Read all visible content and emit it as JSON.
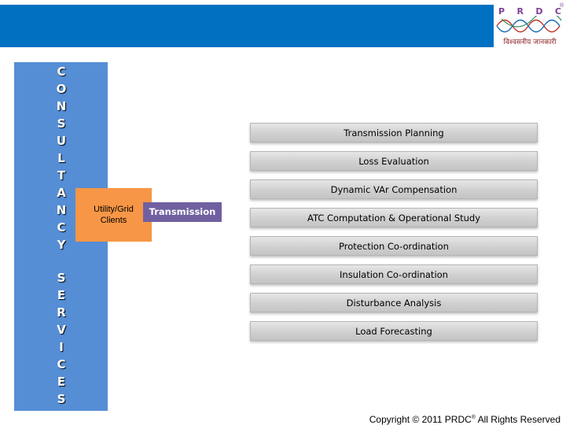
{
  "logo": {
    "letters": [
      "P",
      "R",
      "D",
      "C"
    ],
    "registered": "®",
    "tagline": "विश्वसनीय जानकारी"
  },
  "sidebar": {
    "word1": [
      "C",
      "O",
      "N",
      "S",
      "U",
      "L",
      "T",
      "A",
      "N",
      "C",
      "Y"
    ],
    "word2": [
      "S",
      "E",
      "R",
      "V",
      "I",
      "C",
      "E",
      "S"
    ]
  },
  "clients": {
    "line1": "Utility/Grid",
    "line2": "Clients"
  },
  "transmission": "Transmission",
  "services": [
    "Transmission Planning",
    "Loss Evaluation",
    "Dynamic VAr Compensation",
    "ATC Computation & Operational Study",
    "Protection Co-ordination",
    "Insulation Co-ordination",
    "Disturbance Analysis",
    "Load Forecasting"
  ],
  "copyright": {
    "prefix": "Copyright © 2011 PRDC",
    "mark": "®",
    "suffix": " All Rights Reserved"
  },
  "colors": {
    "topbar": "#0070c0",
    "sidebar": "#558ed5",
    "clients": "#f79646",
    "transmission": "#7060a0"
  }
}
